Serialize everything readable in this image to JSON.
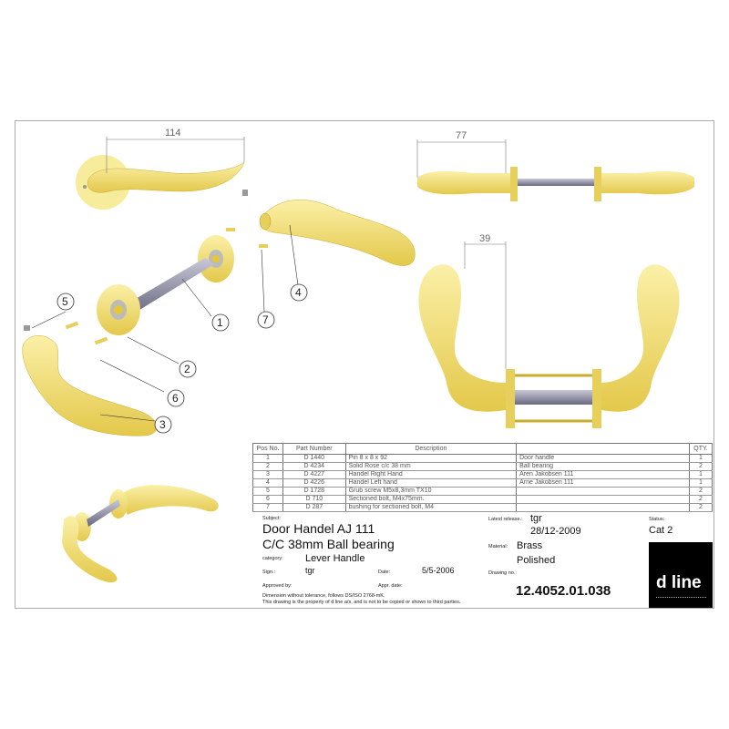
{
  "dimensions": {
    "d1": "114",
    "d2": "77",
    "d3": "39"
  },
  "callouts": [
    "1",
    "2",
    "3",
    "4",
    "5",
    "6",
    "7"
  ],
  "bom": {
    "headers": [
      "Pos No.",
      "Part Number",
      "Description",
      "",
      "QTY."
    ],
    "rows": [
      {
        "pos": "1",
        "part": "D 1440",
        "desc": "Pin 8 x 8 x 92",
        "note": "Door handle",
        "qty": "1"
      },
      {
        "pos": "2",
        "part": "D 4234",
        "desc": "Solid Rose c/c 38 mm",
        "note": "Ball bearing",
        "qty": "2"
      },
      {
        "pos": "3",
        "part": "D 4227",
        "desc": "Handel Right Hand",
        "note": "Aren Jakobsen 111",
        "qty": "1"
      },
      {
        "pos": "4",
        "part": "D 4226",
        "desc": "Handel Left hand",
        "note": "Arne Jakobsen 111",
        "qty": "1"
      },
      {
        "pos": "5",
        "part": "D 1728",
        "desc": "Grub screw M5x8,3mm TX10",
        "note": "",
        "qty": "2"
      },
      {
        "pos": "6",
        "part": "D 710",
        "desc": "Sectioned bolt, M4x75mm.",
        "note": "",
        "qty": "2"
      },
      {
        "pos": "7",
        "part": "D 287",
        "desc": "bushing for sectioned bolt, M4",
        "note": "",
        "qty": "2"
      }
    ]
  },
  "title_block": {
    "subject_label": "Subject:",
    "subject_line1": "Door Handel AJ 111",
    "subject_line2": "C/C 38mm Ball bearing",
    "category_label": "category:",
    "category": "Lever Handle",
    "sign_label": "Sign.:",
    "sign": "tgr",
    "date_label": "Date:",
    "date": "5/5-2006",
    "approved_label": "Approved by:",
    "appr_date_label": "Appr. date:",
    "note1": "Dimension without tolerance, follows DS/ISO 2768-mK.",
    "note2": "This drawing is the property of d line a/s, and is not to be copied or shown to third parties.",
    "latest_release_label": "Latest release.:",
    "latest_release_by": "tgr",
    "latest_release_date": "28/12-2009",
    "material_label": "Material:",
    "material": "Brass",
    "finish": "Polished",
    "drawing_no_label": "Drawing no.:",
    "drawing_no": "12.4052.01.038",
    "status_label": "Status:",
    "status": "Cat 2",
    "logo": "d line"
  },
  "colors": {
    "brass": "#f1dc6e",
    "brass_dark": "#d9bf3c",
    "steel": "#8a8aa0"
  }
}
